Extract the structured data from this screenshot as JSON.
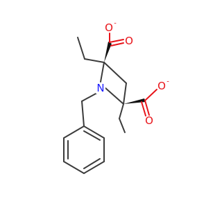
{
  "molecule": {
    "atoms": {
      "o1": "O",
      "o1_charge": "-",
      "o2": "O",
      "o3": "O",
      "o3_charge": "-",
      "o4": "O",
      "n": "N"
    },
    "colors": {
      "bond": "#3b3b3b",
      "oxygen": "#e8141a",
      "nitrogen": "#1a1aff",
      "wedge": "#111111"
    }
  }
}
